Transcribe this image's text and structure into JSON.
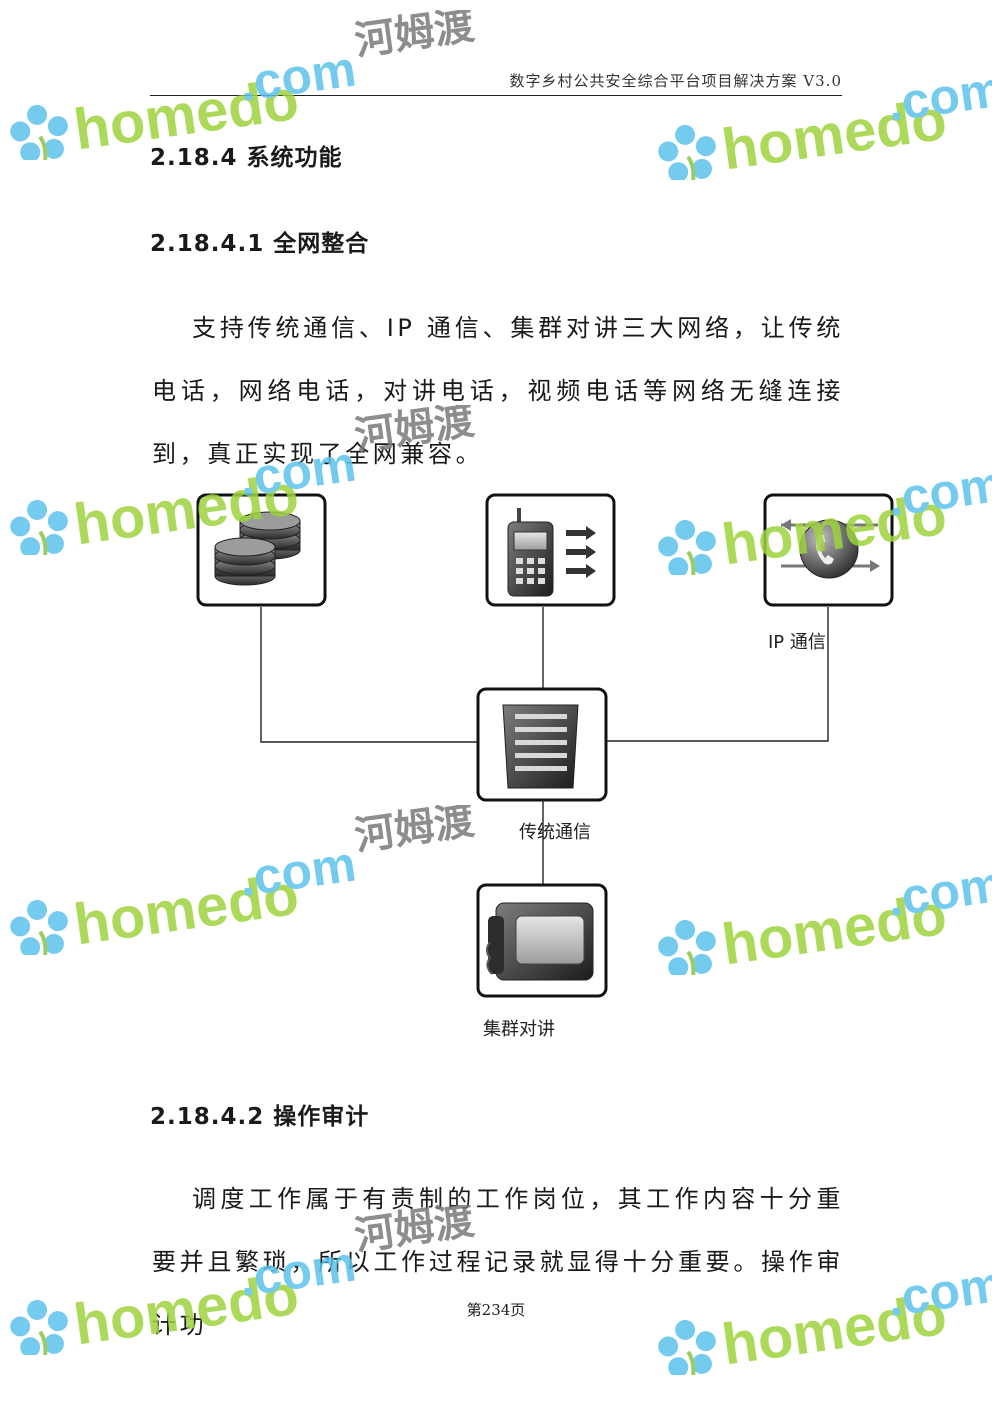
{
  "header": {
    "title": "数字乡村公共安全综合平台项目解决方案 V3.0"
  },
  "sections": {
    "s1": {
      "title": "2.18.4 系统功能"
    },
    "s2": {
      "title": "2.18.4.1 全网整合",
      "body": "支持传统通信、IP 通信、集群对讲三大网络，让传统电话，网络电话，对讲电话，视频电话等网络无缝连接到，真正实现了全网兼容。"
    },
    "s3": {
      "title": "2.18.4.2 操作审计",
      "body": "调度工作属于有责制的工作岗位，其工作内容十分重要并且繁琐，所以工作过程记录就显得十分重要。操作审计功"
    }
  },
  "diagram": {
    "labels": {
      "ip": "IP 通信",
      "traditional": "传统通信",
      "cluster": "集群对讲"
    },
    "icons": [
      "database-icon",
      "walkie-talkie-icon",
      "ip-phone-icon",
      "server-icon",
      "desk-phone-icon"
    ]
  },
  "footer": {
    "page": "第234页"
  },
  "watermark": {
    "brand": "homedo",
    "domain": ".com",
    "cn": "河姆渡"
  }
}
